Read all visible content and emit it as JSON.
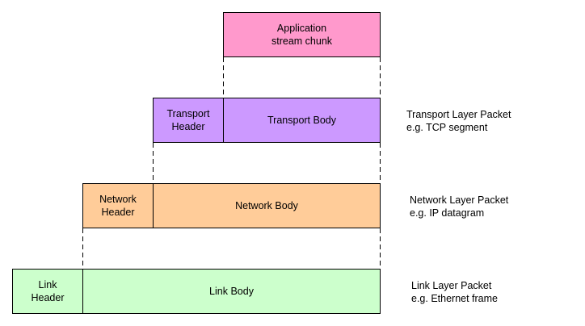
{
  "application": {
    "chunk": "Application\nstream chunk"
  },
  "transport": {
    "header": "Transport\nHeader",
    "body": "Transport Body",
    "description": "Transport Layer Packet\ne.g. TCP segment"
  },
  "network": {
    "header": "Network\nHeader",
    "body": "Network Body",
    "description": "Network Layer Packet\ne.g. IP datagram"
  },
  "link": {
    "header": "Link\nHeader",
    "body": "Link Body",
    "description": "Link Layer Packet\ne.g. Ethernet frame"
  },
  "colors": {
    "application": "#ff99cc",
    "transport": "#cc99ff",
    "network": "#ffcc99",
    "link": "#ccffcc"
  }
}
